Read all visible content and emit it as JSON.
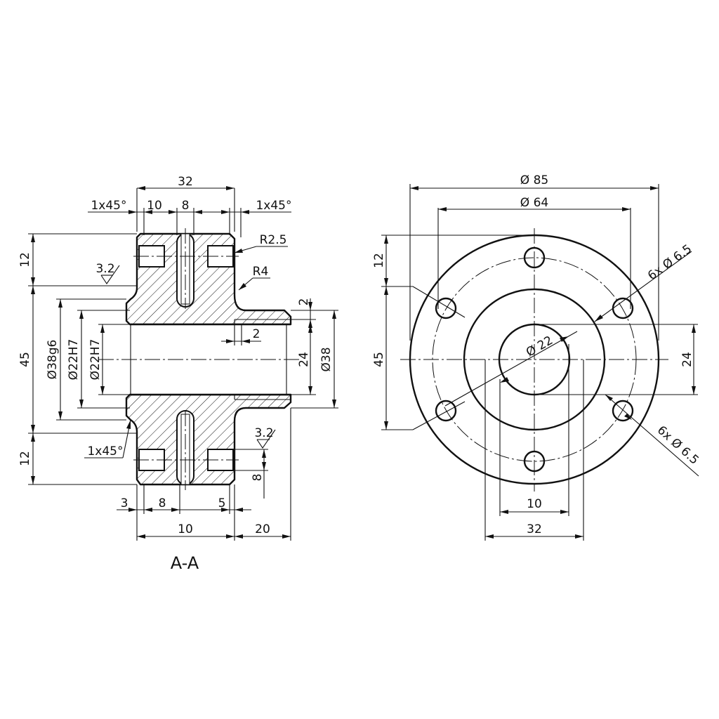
{
  "section_label": "A-A",
  "section_view": {
    "width_total": "32",
    "chamfer_left_top": "1x45°",
    "slot_offset": "10",
    "slot_width_top": "8",
    "chamfer_right_top": "1x45°",
    "fillet_small": "R2.5",
    "fillet_large": "R4",
    "height_top": "12",
    "height_mid": "45",
    "height_bottom": "12",
    "dia_hub_fit": "Ø38g6",
    "dia_bore_outer": "Ø22H7",
    "dia_bore_inner": "Ø22H7",
    "roughness_top": "3.2",
    "roughness_bottom": "3.2",
    "step_top": "2",
    "step_inner": "2",
    "dia_24": "24",
    "dia_38": "Ø38",
    "chamfer_left_bottom": "1x45°",
    "bottom_3": "3",
    "bottom_8": "8",
    "bottom_5": "5",
    "bottom_10": "10",
    "bottom_20": "20",
    "slot_height": "8"
  },
  "front_view": {
    "dia_85": "Ø 85",
    "dia_64": "Ø 64",
    "holes_top": "6x Ø 6.5",
    "holes_bottom": "6x Ø 6.5",
    "dia_22": "Ø 22",
    "height_12": "12",
    "height_45": "45",
    "height_24": "24",
    "width_10": "10",
    "width_32": "32"
  }
}
